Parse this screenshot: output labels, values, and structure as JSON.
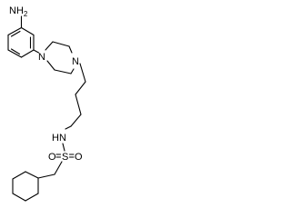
{
  "molecule": {
    "atom_labels": {
      "amine": "NH2",
      "piperazine_n_top": "N",
      "piperazine_n_bottom": "N",
      "sulfonamide_nh": "HN",
      "sulfur": "S",
      "oxygen_left": "O",
      "oxygen_right": "O"
    },
    "colors": {
      "bond": "#000000",
      "label": "#000000",
      "background": "#ffffff"
    }
  }
}
